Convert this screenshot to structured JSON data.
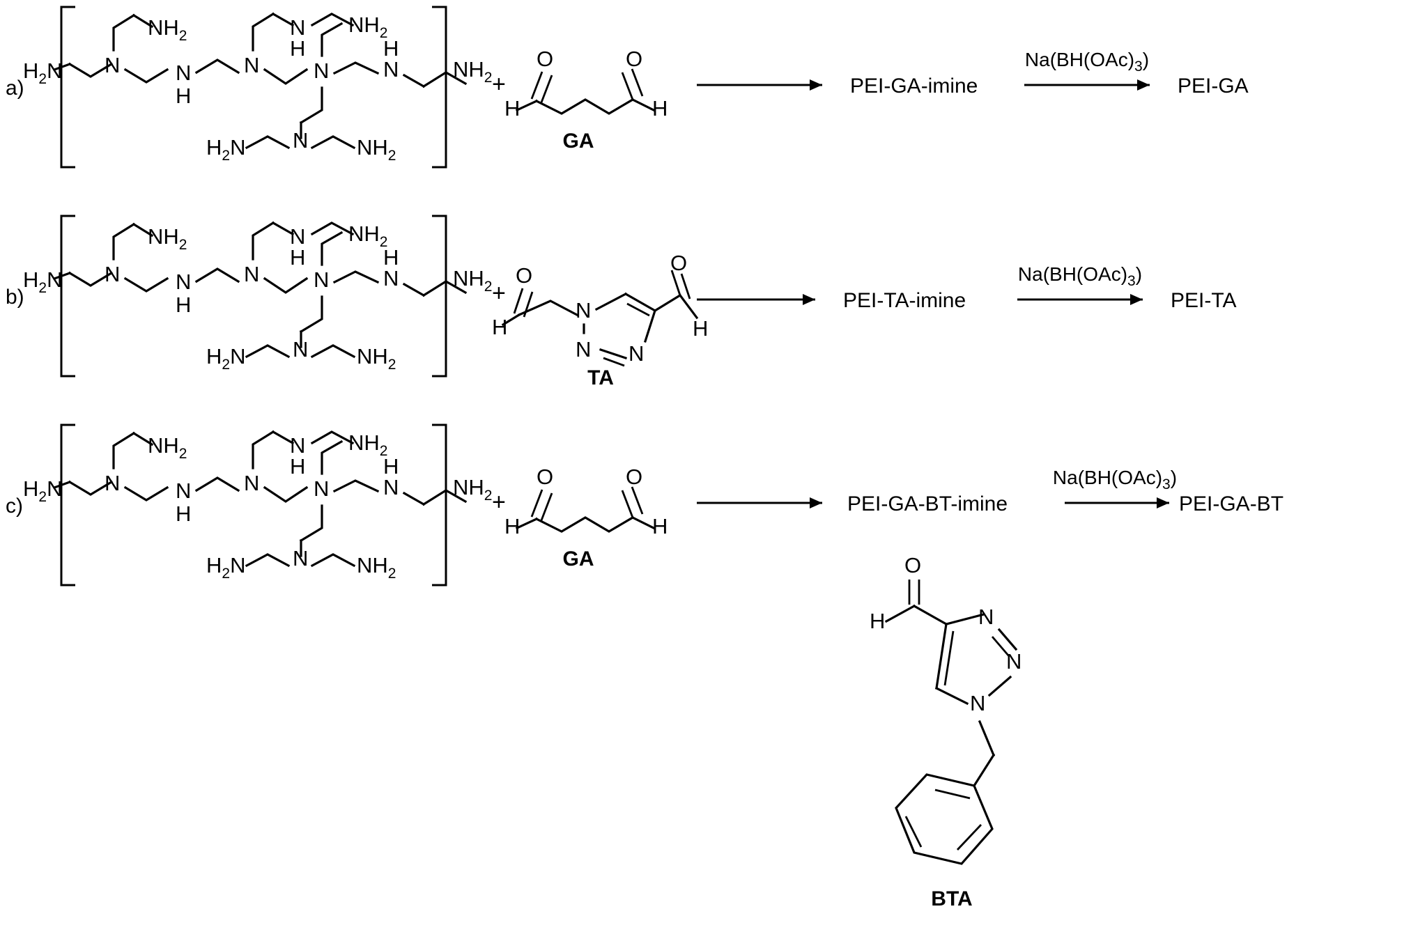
{
  "figure": {
    "type": "reaction-scheme",
    "description": "Synthesis scheme: branched polyethylenimine (PEI) reacted with dialdehydes followed by reductive amination",
    "background": "#ffffff",
    "line_color": "#000000"
  },
  "panels": [
    {
      "id": "a",
      "label": "a)",
      "polymer": "PEI",
      "plus": "+",
      "reagent": {
        "name": "GA",
        "label": "GA",
        "full": "glutaraldehyde"
      },
      "arrow1": {
        "label": ""
      },
      "intermediate": "PEI-GA-imine",
      "arrow2": {
        "label": "Na(BH(OAc)",
        "label_sub": "3",
        "label_close": ")"
      },
      "product": "PEI-GA"
    },
    {
      "id": "b",
      "label": "b)",
      "polymer": "PEI",
      "plus": "+",
      "reagent": {
        "name": "TA",
        "label": "TA",
        "full": "triazole dialdehyde"
      },
      "arrow1": {
        "label": ""
      },
      "intermediate": "PEI-TA-imine",
      "arrow2": {
        "label": "Na(BH(OAc)",
        "label_sub": "3",
        "label_close": ")"
      },
      "product": "PEI-TA"
    },
    {
      "id": "c",
      "label": "c)",
      "polymer": "PEI",
      "plus": "+",
      "reagent": {
        "name": "GA",
        "label": "GA",
        "full": "glutaraldehyde"
      },
      "reagent2": {
        "name": "BTA",
        "label": "BTA",
        "full": "benzyl triazole aldehyde"
      },
      "arrow1": {
        "label": ""
      },
      "intermediate": "PEI-GA-BT-imine",
      "arrow2": {
        "label": "Na(BH(OAc)",
        "label_sub": "3",
        "label_close": ")"
      },
      "product": "PEI-GA-BT"
    }
  ],
  "atoms": {
    "h2n": "H",
    "h2n_sub": "2",
    "h2n_n": "N",
    "nh2": "NH",
    "nh2_sub": "2",
    "n": "N",
    "h": "H",
    "o": "O"
  },
  "reagent_labels": {
    "ga": "GA",
    "ta": "TA",
    "bta": "BTA"
  },
  "reducing_agent": {
    "prefix": "Na(BH(OAc)",
    "subscript": "3",
    "suffix": ")"
  }
}
